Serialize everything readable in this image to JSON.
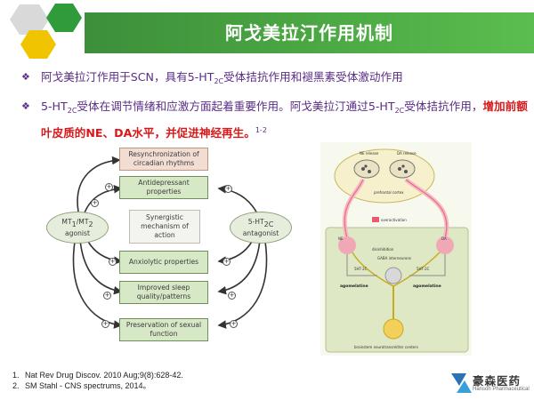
{
  "header": {
    "title": "阿戈美拉汀作用机制",
    "colors": {
      "hex_green": "#2f9b3a",
      "hex_yellow": "#f0c400",
      "hex_gray": "#d9d9d9",
      "title_bar": "#4ca944"
    }
  },
  "bullets": [
    {
      "parts": [
        "阿戈美拉汀作用于SCN，具有5-HT",
        "2C",
        "受体拮抗作用和褪黑素受体激动作用"
      ]
    },
    {
      "parts": [
        "5-HT",
        "2C",
        "受体在调节情绪和应激方面起着重要作用。阿戈美拉汀通过5-HT",
        "2C",
        "受体拮抗作用，"
      ],
      "highlight": "增加前额叶皮质的NE、DA水平，并促进神经再生。",
      "superscript": "1-2"
    }
  ],
  "diagram_left": {
    "boxes": [
      "Resynchronization of circadian rhythms",
      "Antidepressant properties",
      "Anxiolytic properties",
      "Improved sleep quality/patterns",
      "Preservation of sexual function"
    ],
    "center": "Synergistic mechanism of action",
    "left_agonist": {
      "line1": "MT",
      "sub1": "1",
      "sep": "/MT",
      "sub2": "2",
      "line2": "agonist"
    },
    "right_antagonist": {
      "line1": "5-HT",
      "sub1": "2C",
      "line2": "antagonist"
    },
    "signs": [
      "+",
      "+",
      "+",
      "+",
      "+",
      "+",
      "+",
      "+",
      "+"
    ]
  },
  "diagram_right": {
    "labels": {
      "ne_release": "NE release",
      "da_release": "DA release",
      "prefrontal": "prefrontal cortex",
      "legend": "overactivation",
      "inner_left": "5HT-2C",
      "inner_mid": "disinhibition",
      "inner_right": "5HT-2C",
      "tract_left": "NE",
      "tract_right": "DA",
      "agomelatine_l": "agomelatine",
      "agomelatine_r": "agomelatine",
      "gaba": "GABA interneurons",
      "bottom": "brainstem neurotransmitter centers"
    }
  },
  "references": [
    {
      "num": "1.",
      "text": "Nat Rev Drug Discov. 2010 Aug;9(8):628-42."
    },
    {
      "num": "2.",
      "text": "SM Stahl - CNS spectrums, 2014。"
    }
  ],
  "brand": {
    "name_cn": "豪森医药",
    "name_en": "Hansoh Pharmaceutical"
  }
}
